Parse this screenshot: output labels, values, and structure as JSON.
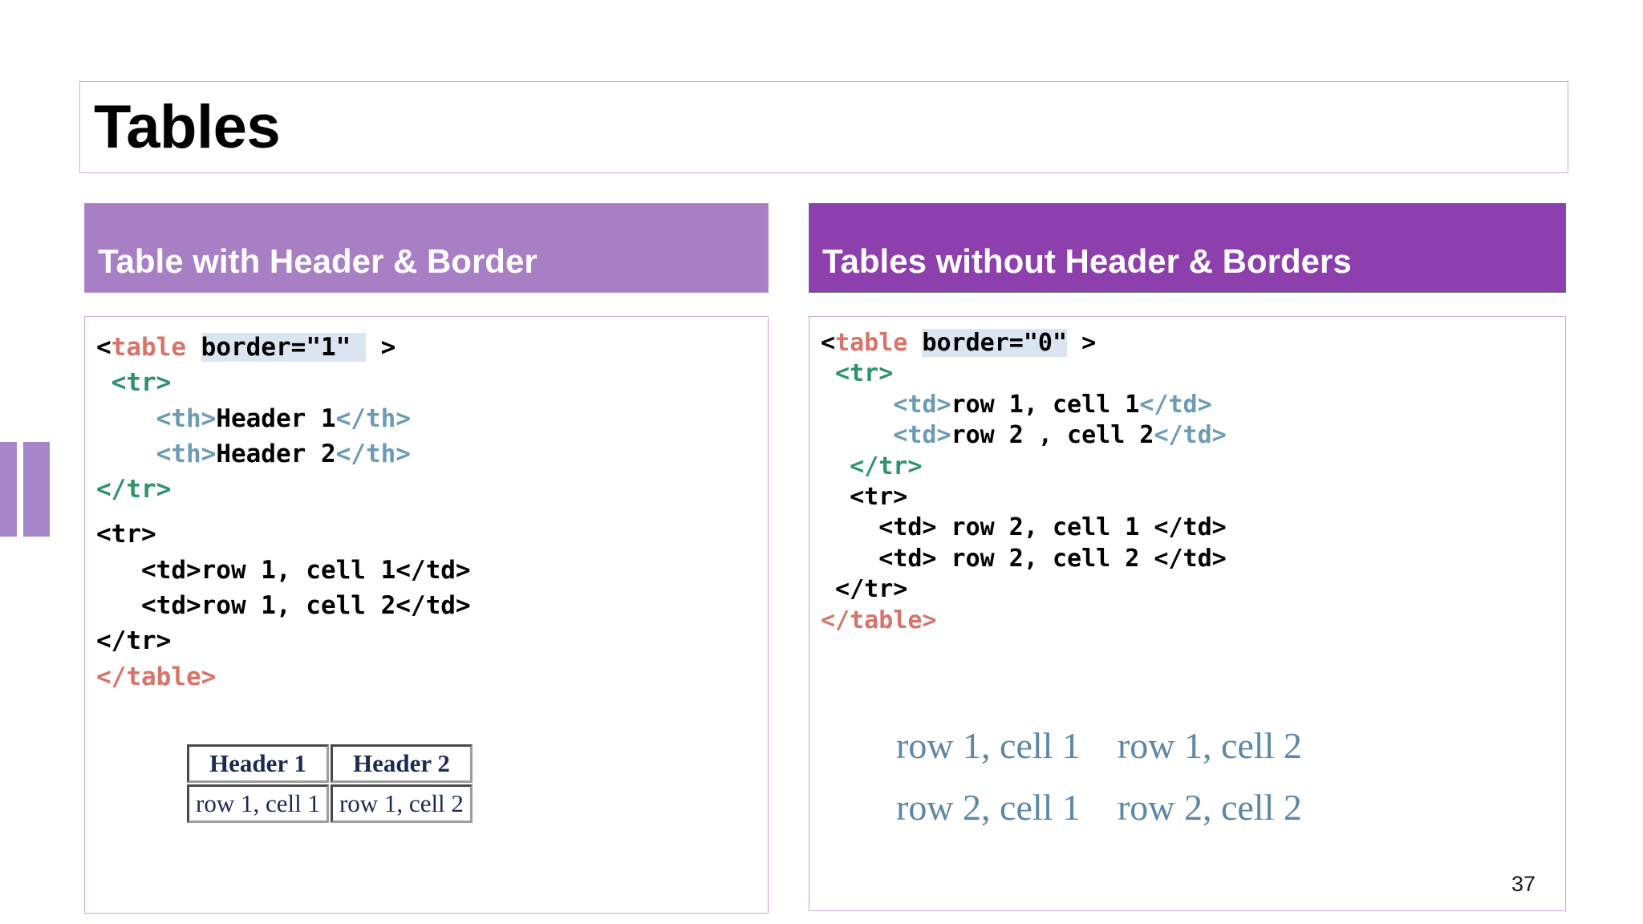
{
  "slide": {
    "title": "Tables",
    "page_number": "37",
    "colors": {
      "panel_left_header_bg": "#a87fc4",
      "panel_right_header_bg": "#8e3fae",
      "panel_border": "#c9a8dd",
      "deco_bar": "#a585c8",
      "code_tag_red": "#d9736a",
      "code_tag_green": "#2f9369",
      "code_tag_blue": "#6b9cb5",
      "code_attr_highlight": "#dbe5f1",
      "output_text_blue": "#5c87a5"
    }
  },
  "panels": [
    {
      "id": "left",
      "header": "Table with Header & Border",
      "code_lines": [
        [
          {
            "t": "<",
            "c": "plain"
          },
          {
            "t": "table",
            "c": "red"
          },
          {
            "t": " ",
            "c": "plain"
          },
          {
            "t": "border=\"1\" ",
            "c": "attr"
          },
          {
            "t": " >",
            "c": "plain"
          }
        ],
        [
          {
            "t": " <tr>",
            "c": "green"
          }
        ],
        [
          {
            "t": "    ",
            "c": "plain"
          },
          {
            "t": "<th>",
            "c": "blue"
          },
          {
            "t": "Header 1",
            "c": "plain"
          },
          {
            "t": "</th>",
            "c": "blue"
          }
        ],
        [
          {
            "t": "    ",
            "c": "plain"
          },
          {
            "t": "<th>",
            "c": "blue"
          },
          {
            "t": "Header 2",
            "c": "plain"
          },
          {
            "t": "</th>",
            "c": "blue"
          }
        ],
        [
          {
            "t": "</tr>",
            "c": "green"
          }
        ],
        [
          {
            "t": "",
            "c": "spacer"
          }
        ],
        [
          {
            "t": "<tr>",
            "c": "plain"
          }
        ],
        [
          {
            "t": "   <td>row 1, cell 1</td>",
            "c": "plain"
          }
        ],
        [
          {
            "t": "   <td>row 1, cell 2</td>",
            "c": "plain"
          }
        ],
        [
          {
            "t": "</tr>",
            "c": "plain"
          }
        ],
        [
          {
            "t": "</table>",
            "c": "red"
          }
        ]
      ],
      "rendered_table": {
        "type": "bordered",
        "rows": [
          {
            "header": true,
            "cells": [
              "Header 1",
              "Header 2"
            ]
          },
          {
            "header": false,
            "cells": [
              "row 1, cell 1",
              "row 1, cell 2"
            ]
          }
        ]
      }
    },
    {
      "id": "right",
      "header": "Tables without Header & Borders",
      "code_lines": [
        [
          {
            "t": "<",
            "c": "plain"
          },
          {
            "t": "table",
            "c": "red"
          },
          {
            "t": " ",
            "c": "plain"
          },
          {
            "t": "border=\"0\"",
            "c": "attr"
          },
          {
            "t": " >",
            "c": "plain"
          }
        ],
        [
          {
            "t": " <tr>",
            "c": "green"
          }
        ],
        [
          {
            "t": "     ",
            "c": "plain"
          },
          {
            "t": "<td>",
            "c": "blue"
          },
          {
            "t": "row 1, cell 1",
            "c": "plain"
          },
          {
            "t": "</td>",
            "c": "blue"
          }
        ],
        [
          {
            "t": "     ",
            "c": "plain"
          },
          {
            "t": "<td>",
            "c": "blue"
          },
          {
            "t": "row 2 , cell 2",
            "c": "plain"
          },
          {
            "t": "</td>",
            "c": "blue"
          }
        ],
        [
          {
            "t": "  </tr>",
            "c": "green"
          }
        ],
        [
          {
            "t": "  <tr>",
            "c": "plain"
          }
        ],
        [
          {
            "t": "    <td> row 2, cell 1 </td>",
            "c": "plain"
          }
        ],
        [
          {
            "t": "    <td> row 2, cell 2 </td>",
            "c": "plain"
          }
        ],
        [
          {
            "t": " </tr>",
            "c": "plain"
          }
        ],
        [
          {
            "t": "</table>",
            "c": "red"
          }
        ]
      ],
      "rendered_table": {
        "type": "borderless",
        "rows": [
          {
            "header": false,
            "cells": [
              "row 1, cell 1",
              "row 1, cell 2"
            ]
          },
          {
            "header": false,
            "cells": [
              "row 2, cell 1",
              "row 2, cell 2"
            ]
          }
        ]
      }
    }
  ]
}
